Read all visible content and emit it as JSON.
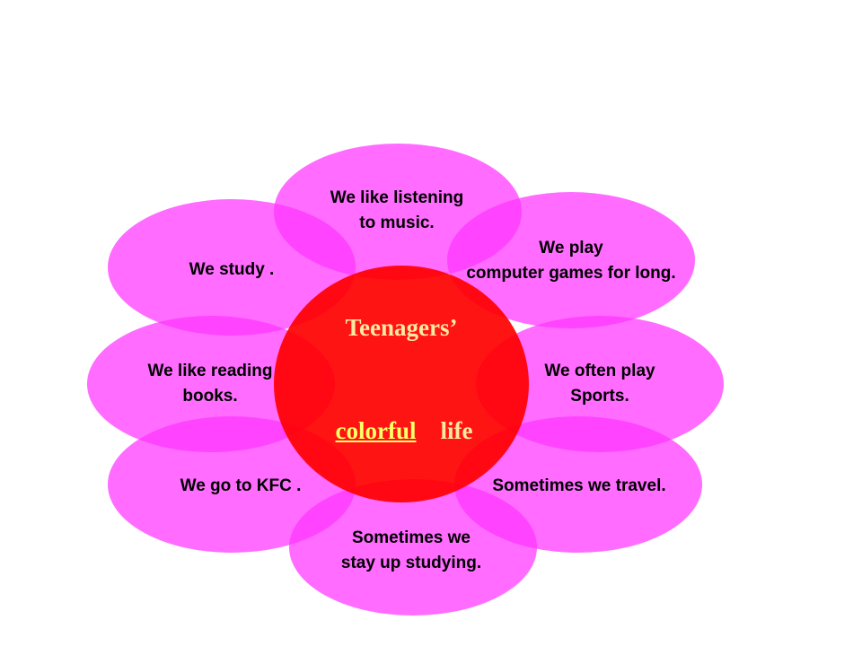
{
  "center": {
    "line1": "Teenagers’",
    "keyword": "colorful",
    "word": "life"
  },
  "petals": {
    "top": [
      "We like listening",
      "to music."
    ],
    "upper_right": [
      "We play",
      "computer games for long."
    ],
    "upper_left": [
      "We study ."
    ],
    "mid_left": [
      "We like reading",
      "books."
    ],
    "mid_right": [
      "We often play",
      "Sports."
    ],
    "lower_left": [
      "We go to KFC ."
    ],
    "lower_right": [
      "Sometimes we travel."
    ],
    "bottom": [
      "Sometimes we",
      "stay up studying."
    ]
  },
  "colors": {
    "petal": "#FF33FF",
    "center": "#FF0000",
    "center_text": "#FFE9A0",
    "keyword": "#FFFF66"
  }
}
